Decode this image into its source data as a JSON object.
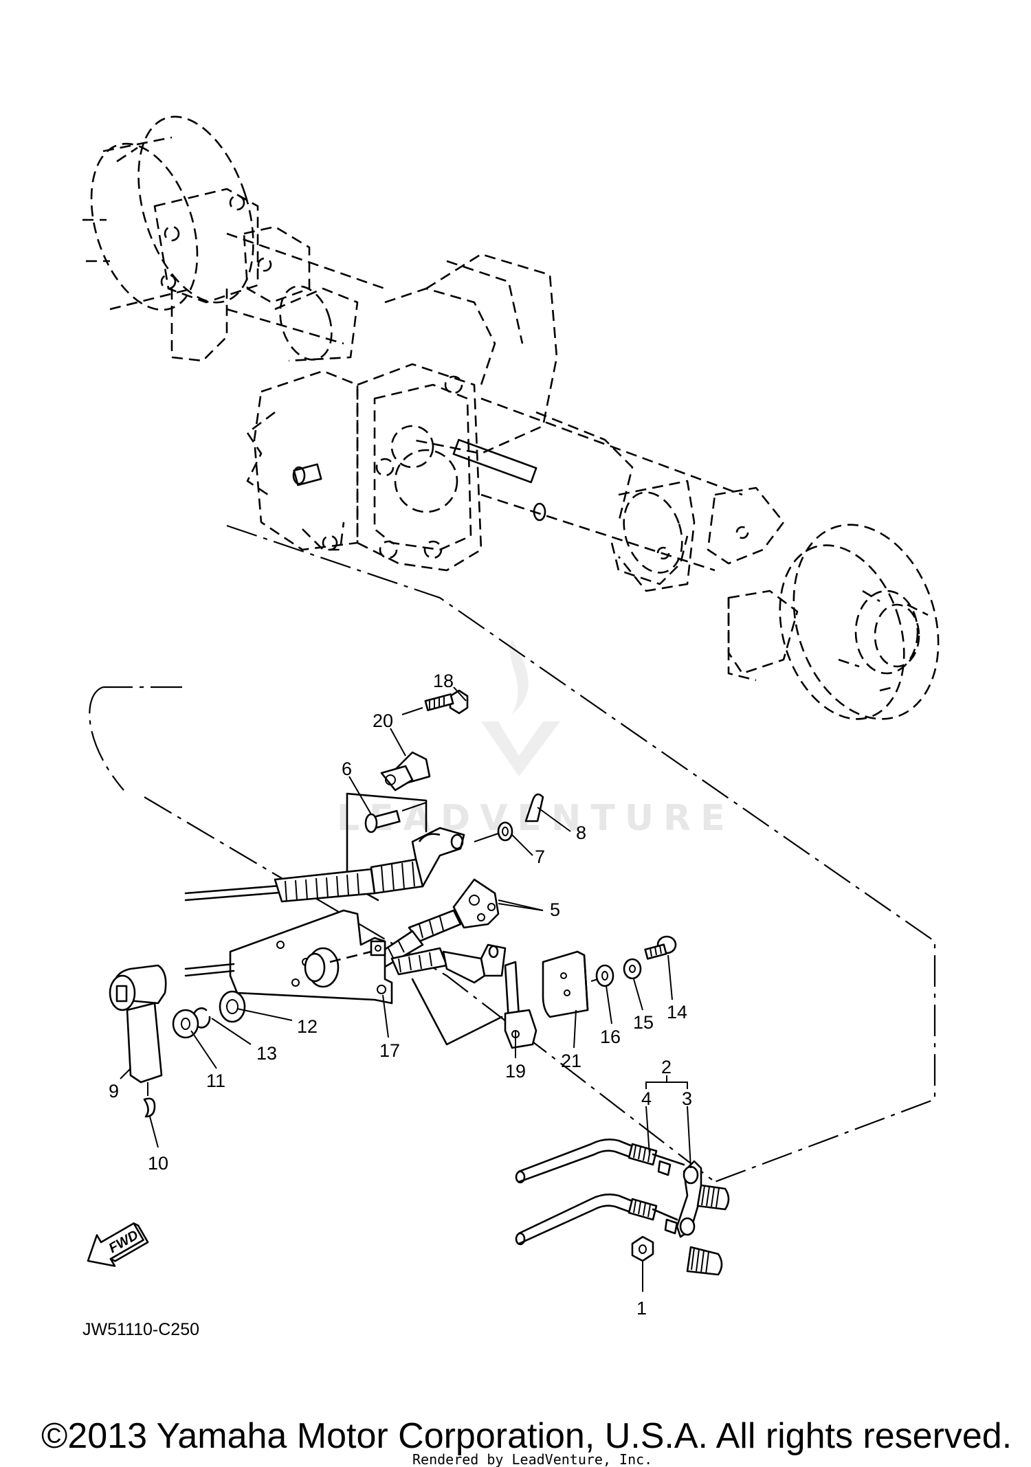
{
  "diagram_code": "JW51110-C250",
  "copyright": "©2013 Yamaha Motor Corporation, U.S.A. All rights reserved.",
  "rendered_by": "Rendered by LeadVenture, Inc.",
  "watermark": "LEADVENTURE",
  "fwd_label": "FWD",
  "callouts": [
    "1",
    "2",
    "3",
    "4",
    "5",
    "6",
    "7",
    "8",
    "9",
    "10",
    "11",
    "12",
    "13",
    "14",
    "15",
    "16",
    "17",
    "18",
    "19",
    "20",
    "21"
  ]
}
